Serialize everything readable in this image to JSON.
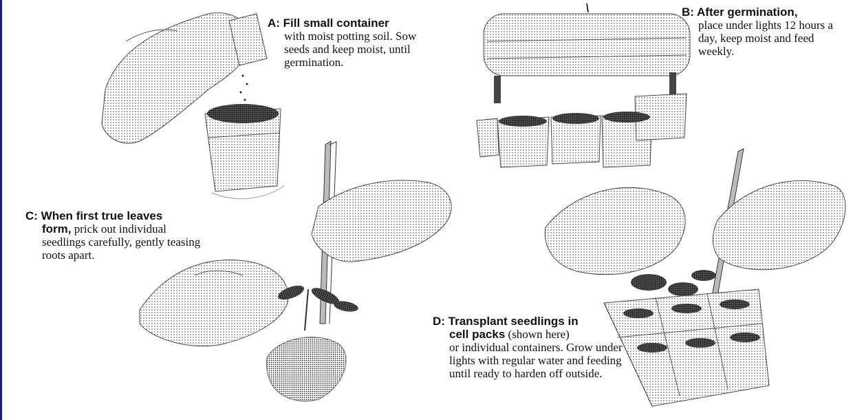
{
  "steps": {
    "a": {
      "lead": "A: Fill small container",
      "text": "with moist potting soil. Sow seeds and keep moist, until germination."
    },
    "b": {
      "lead": "B: After germination,",
      "text": "place under lights 12 hours a day, keep moist and feed weekly."
    },
    "c": {
      "lead_line1": "C: When first true leaves",
      "lead_line2": "form,",
      "text_line1": " prick out individual",
      "text_rest": "seedlings carefully, gently teasing roots apart."
    },
    "d": {
      "lead_line1": "D: Transplant seedlings in",
      "lead_line2": "cell packs",
      "text_line1": " (shown here)",
      "text_rest": "or individual containers. Grow under lights with regular water and feeding until ready to harden off outside."
    }
  },
  "colors": {
    "frame": "#1a1a8c",
    "ink": "#111111",
    "shade": "#8a8a8a"
  }
}
